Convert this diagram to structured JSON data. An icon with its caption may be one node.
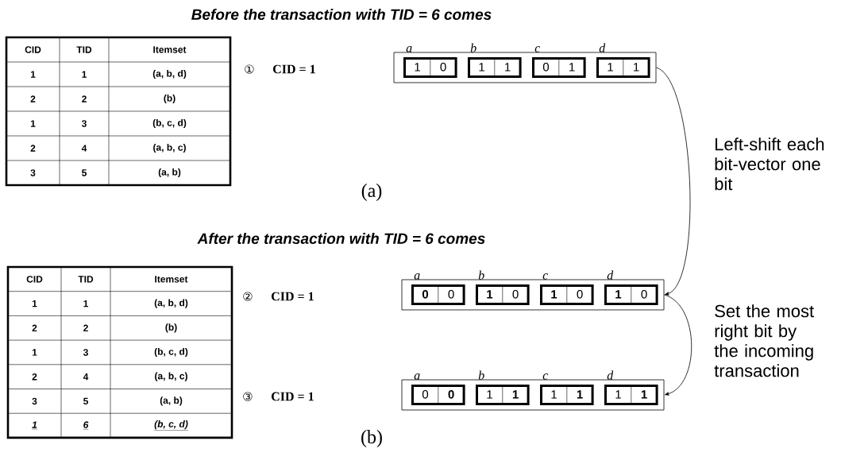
{
  "diagram": {
    "nodes": [
      {
        "text": [],
        "shape": "box",
        "beside": [
          "①",
          "CID = 1"
        ]
      },
      {
        "text": [
          "1",
          "0"
        ],
        "in": 0,
        "beside": [
          "a"
        ]
      },
      {
        "text": [
          "1",
          "1"
        ],
        "in": 0,
        "beside": [
          "b"
        ]
      },
      {
        "text": [
          "0",
          "1"
        ],
        "in": 0,
        "beside": [
          "c"
        ]
      },
      {
        "text": [
          "1",
          "1"
        ],
        "in": 0,
        "beside": [
          "d"
        ]
      },
      {
        "text": [],
        "shape": "box",
        "beside": [
          "②",
          "CID = 1"
        ]
      },
      {
        "text": [
          "**0**",
          "0"
        ],
        "in": 5,
        "beside": [
          "a"
        ]
      },
      {
        "text": [
          "**1**",
          "0"
        ],
        "in": 5,
        "beside": [
          "b"
        ]
      },
      {
        "text": [
          "**1**",
          "0"
        ],
        "in": 5,
        "beside": [
          "c"
        ]
      },
      {
        "text": [
          "**1**",
          "0"
        ],
        "in": 5,
        "beside": [
          "d"
        ]
      },
      {
        "text": [],
        "shape": "box",
        "beside": [
          "③",
          "CID = 1"
        ]
      },
      {
        "text": [
          "0",
          "**0**"
        ],
        "in": 10,
        "beside": [
          "a"
        ]
      },
      {
        "text": [
          "1",
          "**1**"
        ],
        "in": 10,
        "beside": [
          "b"
        ]
      },
      {
        "text": [
          "1",
          "**1**"
        ],
        "in": 10,
        "beside": [
          "c"
        ]
      },
      {
        "text": [
          "1",
          "**1**"
        ],
        "in": 10,
        "beside": [
          "d"
        ]
      }
    ],
    "edges": [
      {
        "from": 0,
        "to": 5,
        "arrow": "to",
        "label": "Left-shift each bit-vector one bit"
      },
      {
        "from": 5,
        "to": 10,
        "arrow": "to",
        "label": "Set the most right bit by the incoming transaction"
      }
    ],
    "labels": [
      "Before the transaction with TID = 6 comes",
      "CID",
      "TID",
      "Itemset",
      "1",
      "1",
      "(a, b, d)",
      "2",
      "2",
      "(b)",
      "1",
      "3",
      "(b, c, d)",
      "2",
      "4",
      "(a, b, c)",
      "3",
      "5",
      "(a, b)",
      "(a)",
      "After the transaction with TID = 6 comes",
      "CID",
      "TID",
      "Itemset",
      "1",
      "1",
      "(a, b, d)",
      "2",
      "2",
      "(b)",
      "1",
      "3",
      "(b, c, d)",
      "2",
      "4",
      "(a, b, c)",
      "3",
      "5",
      "(a, b)",
      "1",
      "6",
      "(b, c, d)",
      "(b)"
    ]
  }
}
